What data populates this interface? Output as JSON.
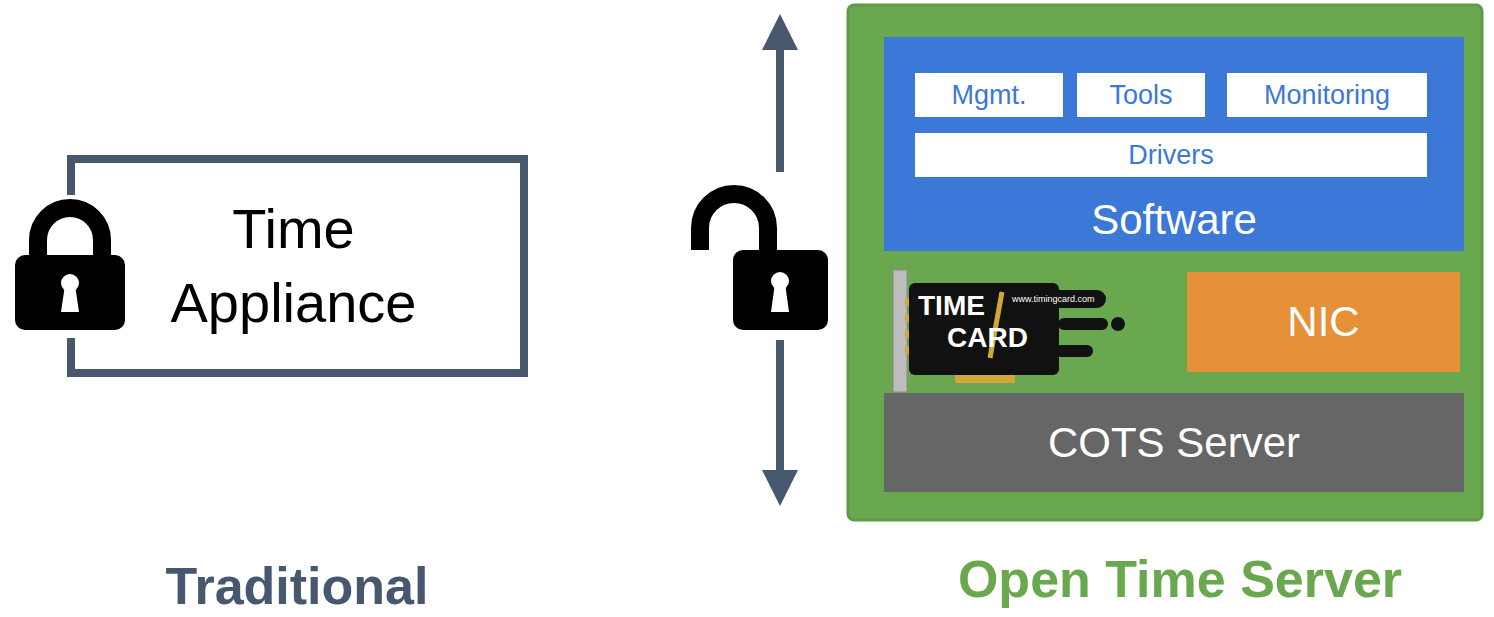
{
  "diagram": {
    "nodes": [
      {
        "text": [
          "Time Appliance",
          "Traditional"
        ]
      },
      {
        "text": [
          "Open Time Server"
        ]
      },
      {
        "text": [
          "Software"
        ],
        "in": 1
      },
      {
        "text": [
          "Mgmt."
        ],
        "in": 2
      },
      {
        "text": [
          "Tools"
        ],
        "in": 2
      },
      {
        "text": [
          "Monitoring"
        ],
        "in": 2
      },
      {
        "text": [
          "Drivers"
        ],
        "in": 2
      },
      {
        "text": [
          "NIC"
        ],
        "in": 1
      },
      {
        "text": [
          "COTS Server"
        ],
        "in": 1
      }
    ],
    "labels": [
      "TIME",
      "CARD",
      "www.timingcard.com"
    ]
  }
}
